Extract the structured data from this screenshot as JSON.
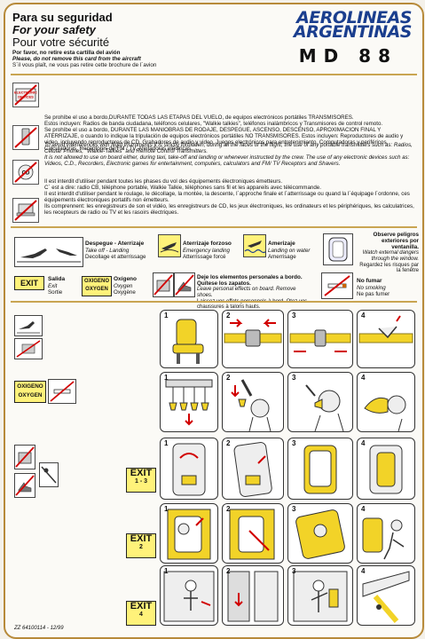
{
  "header": {
    "title_es": "Para su seguridad",
    "title_en": "For your safety",
    "title_fr": "Pour votre sécurité",
    "notice_es": "Por favor, no retire esta cartilla del avión",
    "notice_en": "Please, do not remove this card from the aircraft",
    "notice_fr": "S´il vous plaît, ne vous pas retire cette brochure de l´avion",
    "brand_line1": "AEROLINEAS",
    "brand_line2": "ARGENTINAS",
    "model": "MD 88"
  },
  "electronics": {
    "icon1_label": "ELECTRONIC\nDEVICES",
    "icon2_label": "CD",
    "es_p1": "Se prohíbe el uso a bordo,DURANTE TODAS LAS ETAPAS DEL VUELO, de equipos electrónicos portátiles TRANSMISORES.",
    "es_p2": "Estos incluyen: Radios de banda ciudadana, teléfonos celulares, \"Walkie talkies\", teléfonos inalámbricos y Transmisores de control remoto.",
    "es_p3": "Se prohíbe el uso a bordo, DURANTE LAS MANIOBRAS DE RODAJE, DESPEGUE, ASCENSO, DESCENSO, APROXIMACION FINAL Y ATERRIZAJE, o cuando lo indique la tripulación de equipos electrónicos portátiles NO TRANSMISORES. Estos incluyen: Reproductores de audio y video, incluyendo reproductores de CD. Grabadores de audio y video, Juegos electrónicos para entretenimiento, Computadoras y periféricos, Calculadoras, Receptores de FM / TV, Afeitadoras eléctricas.",
    "en_p1": "To avoid interferences with flight instruments it is strictly forbidden, during all the faces of the flight, the use of any portable transmitters such as: Radios, Celular Phones, \"Walkie-Talkies\" and Remote Control Transmitters.",
    "en_p2": "It is not allowed to use on board either, during taxi, take-off and landing or whenever instructed by the crew. The use of any electronic devices such as: Videos, C.D., Recorders, Electronic games for entertainment, computers, calculators and FM/ TV Receptors and Shavers.",
    "fr_p1": "Il est interdit d'utiliser pendant toutes les phases du vol des équipements électroniques émetteurs.",
    "fr_p2": "C´ est a dire: radio CB, téléphone portable, Walkie Talkie, téléphones sans fil et les appareils avec télécommande.",
    "fr_p3": "Il est interdit d'utiliser pendant le roulage, le décollage, la montée, la descente, l´approche finale et l´atterrissage ou quand la l´équipage l´ordonne, ces équipements électroniques portatifs non émetteurs.",
    "fr_p4": "Ils comprennent: les enregistreurs de son et vidéo, les enregistreurs de CD, les jeux électroniques, les ordinateurs et les périphériques, les calculatrices, les recepteurs de radio ou TV et les rasoirs électriques."
  },
  "legend": {
    "takeoff_es": "Despegue - Aterrizaje",
    "takeoff_en": "Take off - Landing",
    "takeoff_fr": "Decollage et atterrissage",
    "forced_es": "Aterrizaje forzoso",
    "forced_en": "Emergency landing",
    "forced_fr": "Atterrissage forcé",
    "water_es": "Amerizaje",
    "water_en": "Landing on water",
    "water_fr": "Amerrisage",
    "observe_es": "Observe peligros exteriores por ventanilla.",
    "observe_en": "Watch external dangers through the window.",
    "observe_fr": "Regardez les risques par la fenêtre",
    "exit_label": "EXIT",
    "exit_es": "Salida",
    "exit_en": "Exit",
    "exit_fr": "Sortie",
    "oxygen_label1": "OXIGENO",
    "oxygen_label2": "OXYGEN",
    "oxygen_es": "Oxígeno",
    "oxygen_en": "Oxygen",
    "oxygen_fr": "Oxygène",
    "shoes_es": "Deje los elementos personales a bordo. Quítese los zapatos.",
    "shoes_en": "Leave personal effects on board. Remove shoes.",
    "shoes_fr": "Laissez vos effets personnels  à bord. Otez vos chaussures  à talons hauts.",
    "nosmoke_es": "No fumar",
    "nosmoke_en": "No smoking",
    "nosmoke_fr": "Ne pas fumer"
  },
  "steps": {
    "seatbelt": [
      "1",
      "2",
      "3",
      "4"
    ],
    "oxygen": [
      "1",
      "2",
      "3",
      "4"
    ],
    "exit1": [
      "1",
      "2",
      "3",
      "4"
    ],
    "exit2": [
      "1",
      "2",
      "3",
      "4"
    ],
    "exit3": [
      "1",
      "2",
      "3",
      "4"
    ]
  },
  "oxygen_box": {
    "line1": "OXIGENO",
    "line2": "OXYGEN"
  },
  "exits": [
    {
      "label": "EXIT",
      "sub": "1 - 3"
    },
    {
      "label": "EXIT",
      "sub": "2"
    },
    {
      "label": "EXIT",
      "sub": "4"
    }
  ],
  "footer": {
    "code": "ZZ 64100114 - 12/99"
  },
  "colors": {
    "brand": "#1a3e8e",
    "accent": "#f2d328",
    "border": "#b78a3a",
    "prohibit": "#d10000"
  }
}
